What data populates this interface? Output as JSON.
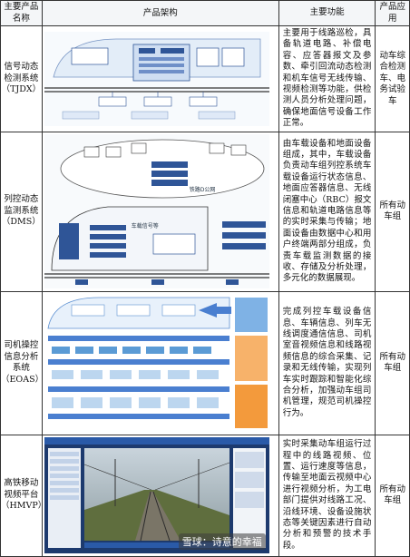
{
  "header": {
    "col1": "主要产品名称",
    "col2": "产品架构",
    "col3": "主要功能",
    "col4": "产品应用"
  },
  "rows": [
    {
      "name": "信号动态检测系统（TJDX）",
      "function": "主要用于线路巡检，具备轨道电路、补偿电容、应答器报文及参数、牵引回流动态检测和机车信号无线传输、视频检测等功能，供检测人员分析处理问题，确保地面信号设备工作正常。",
      "application": "动车综合检测车、电务试验车"
    },
    {
      "name": "列控动态监测系统（DMS）",
      "function": "由车载设备和地面设备组成，其中，车载设备负责动车组列控系统车载设备运行状态信息、地面应答器信息、无线闭塞中心（RBC）报文信息和轨道电路信息等的实时采集与传输；地面设备由数据中心和用户终端两部分组成，负责车载监测数据的接收、存储及分析处理，多元化的数据展现。",
      "application": "所有动车组",
      "diagram": {
        "label_center": "铁路D公网",
        "label_train": "车载信号等"
      }
    },
    {
      "name": "司机操控信息分析系统（EOAS）",
      "function": "完成列控车载设备信息、车辆信息、列车无线调度通信信息、司机室音视频信息和线路视频信息的综合采集、记录和无线传输，实现列车实时跟踪和智能化综合分析，加强动车组司机管理，规范司机操控行为。",
      "application": "所有动车组"
    },
    {
      "name": "高铁移动视频平台（HMVP）",
      "function": "实时采集动车组运行过程中的线路视频、位置、运行速度等信息，传输至地面云视频中心进行视频分析，为工电部门提供对线路工况、沿线环境、设备设施状态等关键因素进行自动分析和预警的技术手段。",
      "application": "所有动车组"
    }
  ],
  "watermark": "雪球：诗意的幸福"
}
